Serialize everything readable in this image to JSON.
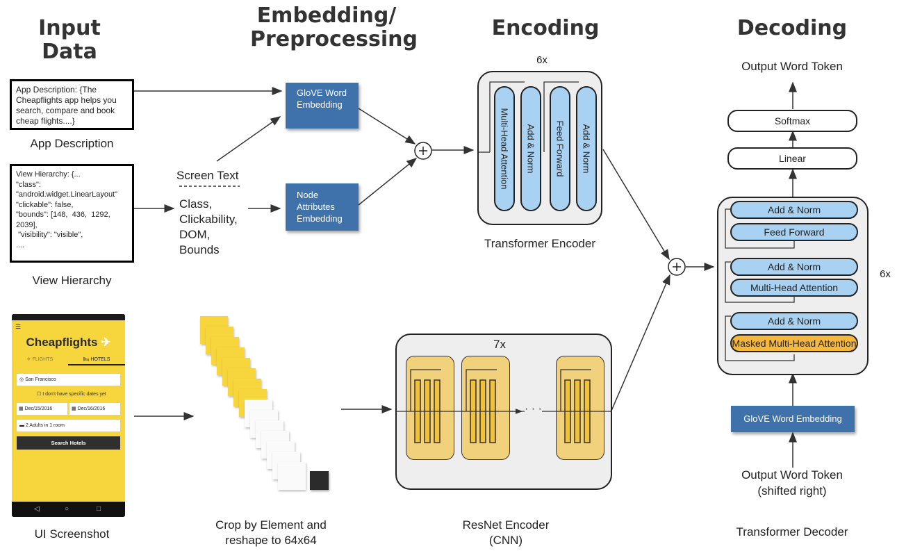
{
  "headers": {
    "input": "Input Data",
    "embedding": "Embedding/\nPreprocessing",
    "encoding": "Encoding",
    "decoding": "Decoding"
  },
  "inputs": {
    "app_desc_text": "App Description: {The Cheapflights app helps you search, compare and book cheap flights....}",
    "app_desc_label": "App Description",
    "view_hierarchy_text": "View Hierarchy: {...\n\"class\":\n\"android.widget.LinearLayout\"\n\"clickable\": false,\n\"bounds\": [148,  436,  1292,\n2039],\n \"visibility\": \"visible\",\n....",
    "view_hierarchy_label": "View Hierarchy",
    "screenshot_label": "UI Screenshot"
  },
  "phone": {
    "brand": "Cheapflights",
    "tab_flights": "FLIGHTS",
    "tab_hotels": "HOTELS",
    "location": "San Francisco",
    "no_dates": "I don't have specific dates yet",
    "date_in": "Dec/15/2016",
    "date_out": "Dec/16/2016",
    "guests": "2 Adults in 1 room",
    "search_button": "Search Hotels"
  },
  "preprocessing": {
    "screen_text": "Screen Text",
    "attrs": "Class,\nClickability,\nDOM,\nBounds",
    "crop_label": "Crop by Element and\nreshape to 64x64"
  },
  "embeddings": {
    "glove": "GloVE Word\nEmbedding",
    "node": "Node\nAttributes\nEmbedding"
  },
  "encoder": {
    "repeat": "6x",
    "blocks": [
      "Multi-Head Attention",
      "Add & Norm",
      "Feed Forward",
      "Add & Norm"
    ],
    "label": "Transformer Encoder"
  },
  "resnet": {
    "repeat": "7x",
    "dots": "· · ·",
    "label": "ResNet Encoder\n(CNN)"
  },
  "decoder": {
    "output_token": "Output Word Token",
    "softmax": "Softmax",
    "linear": "Linear",
    "blocks": [
      "Add & Norm",
      "Feed Forward",
      "Add & Norm",
      "Multi-Head Attention",
      "Add & Norm",
      "Masked Multi-Head Attention"
    ],
    "repeat": "6x",
    "glove": "GloVE Word Embedding",
    "input_token": "Output Word Token\n(shifted right)",
    "label": "Transformer Decoder"
  },
  "colors": {
    "blue_box": "#3f72ab",
    "light_blue": "#a9d1f2",
    "orange": "#f5b83d",
    "cnn_yellow": "#f2d17c",
    "phone_yellow": "#f6d53d"
  }
}
